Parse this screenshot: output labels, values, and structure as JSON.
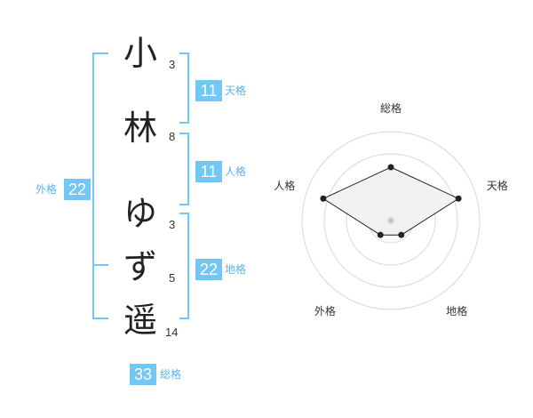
{
  "name_chars": [
    {
      "char": "小",
      "strokes": "3"
    },
    {
      "char": "林",
      "strokes": "8"
    },
    {
      "char": "ゆ",
      "strokes": "3"
    },
    {
      "char": "ず",
      "strokes": "5"
    },
    {
      "char": "遥",
      "strokes": "14"
    }
  ],
  "fortunes": {
    "tenkaku": {
      "label": "天格",
      "value": "11"
    },
    "jinkaku": {
      "label": "人格",
      "value": "11"
    },
    "chikaku": {
      "label": "地格",
      "value": "22"
    },
    "gaikaku": {
      "label": "外格",
      "value": "22"
    },
    "soukaku": {
      "label": "総格",
      "value": "33"
    }
  },
  "colors": {
    "bracket": "#73c7f4",
    "badge": "#73c7f4",
    "label": "#5ab4e6"
  },
  "chart_data": {
    "type": "radar",
    "axes": [
      "総格",
      "天格",
      "地格",
      "外格",
      "人格"
    ],
    "values": [
      3,
      4,
      1,
      1,
      4
    ],
    "rmax": 5,
    "rings": 4,
    "fill": "#f0f0f0",
    "stroke": "#222222"
  }
}
